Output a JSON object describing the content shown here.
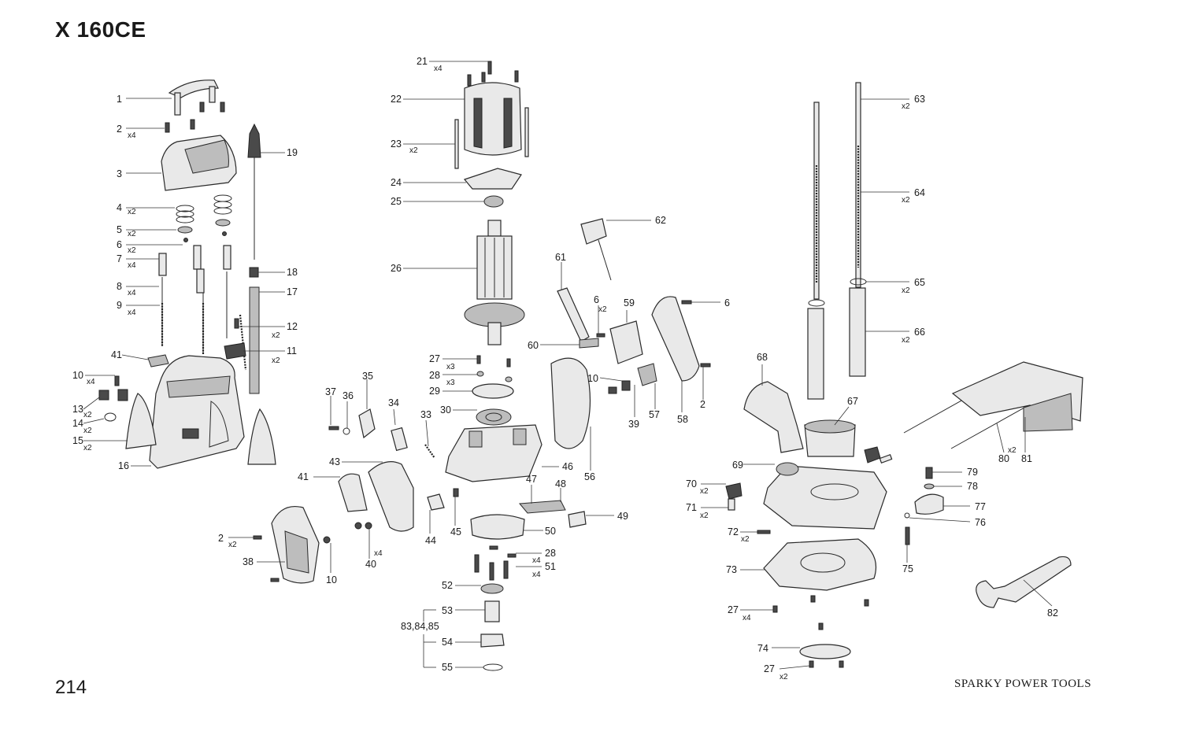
{
  "header": {
    "title": "X 160CE"
  },
  "footer": {
    "page_number": "214",
    "brand": "SPARKY POWER TOOLS"
  },
  "callouts": [
    {
      "num": "1",
      "qty": ""
    },
    {
      "num": "2",
      "qty": "x4"
    },
    {
      "num": "3",
      "qty": ""
    },
    {
      "num": "4",
      "qty": "x2"
    },
    {
      "num": "5",
      "qty": "x2"
    },
    {
      "num": "6",
      "qty": "x2"
    },
    {
      "num": "7",
      "qty": "x4"
    },
    {
      "num": "8",
      "qty": "x4"
    },
    {
      "num": "9",
      "qty": "x4"
    },
    {
      "num": "10",
      "qty": "x4"
    },
    {
      "num": "11",
      "qty": "x2"
    },
    {
      "num": "12",
      "qty": "x2"
    },
    {
      "num": "13",
      "qty": "x2"
    },
    {
      "num": "14",
      "qty": "x2"
    },
    {
      "num": "15",
      "qty": "x2"
    },
    {
      "num": "16",
      "qty": ""
    },
    {
      "num": "17",
      "qty": ""
    },
    {
      "num": "18",
      "qty": ""
    },
    {
      "num": "19",
      "qty": ""
    },
    {
      "num": "41",
      "qty": ""
    },
    {
      "num": "21",
      "qty": "x4"
    },
    {
      "num": "22",
      "qty": ""
    },
    {
      "num": "23",
      "qty": "x2"
    },
    {
      "num": "24",
      "qty": ""
    },
    {
      "num": "25",
      "qty": ""
    },
    {
      "num": "26",
      "qty": ""
    },
    {
      "num": "27",
      "qty": "x3"
    },
    {
      "num": "28",
      "qty": "x3"
    },
    {
      "num": "29",
      "qty": ""
    },
    {
      "num": "30",
      "qty": ""
    },
    {
      "num": "33",
      "qty": ""
    },
    {
      "num": "34",
      "qty": ""
    },
    {
      "num": "35",
      "qty": ""
    },
    {
      "num": "36",
      "qty": ""
    },
    {
      "num": "37",
      "qty": ""
    },
    {
      "num": "43",
      "qty": ""
    },
    {
      "num": "41",
      "qty": ""
    },
    {
      "num": "46",
      "qty": ""
    },
    {
      "num": "44",
      "qty": ""
    },
    {
      "num": "45",
      "qty": ""
    },
    {
      "num": "47",
      "qty": ""
    },
    {
      "num": "48",
      "qty": ""
    },
    {
      "num": "49",
      "qty": ""
    },
    {
      "num": "50",
      "qty": ""
    },
    {
      "num": "28",
      "qty": "x4"
    },
    {
      "num": "51",
      "qty": "x4"
    },
    {
      "num": "52",
      "qty": ""
    },
    {
      "num": "53",
      "qty": ""
    },
    {
      "num": "83,84,85",
      "qty": ""
    },
    {
      "num": "54",
      "qty": ""
    },
    {
      "num": "55",
      "qty": ""
    },
    {
      "num": "2",
      "qty": "x2"
    },
    {
      "num": "38",
      "qty": ""
    },
    {
      "num": "10",
      "qty": ""
    },
    {
      "num": "40",
      "qty": "x4"
    },
    {
      "num": "56",
      "qty": ""
    },
    {
      "num": "60",
      "qty": ""
    },
    {
      "num": "61",
      "qty": ""
    },
    {
      "num": "62",
      "qty": ""
    },
    {
      "num": "6",
      "qty": "x2"
    },
    {
      "num": "59",
      "qty": ""
    },
    {
      "num": "10",
      "qty": ""
    },
    {
      "num": "39",
      "qty": ""
    },
    {
      "num": "57",
      "qty": ""
    },
    {
      "num": "58",
      "qty": ""
    },
    {
      "num": "6",
      "qty": ""
    },
    {
      "num": "2",
      "qty": ""
    },
    {
      "num": "63",
      "qty": "x2"
    },
    {
      "num": "64",
      "qty": "x2"
    },
    {
      "num": "65",
      "qty": "x2"
    },
    {
      "num": "66",
      "qty": "x2"
    },
    {
      "num": "68",
      "qty": ""
    },
    {
      "num": "67",
      "qty": ""
    },
    {
      "num": "69",
      "qty": ""
    },
    {
      "num": "70",
      "qty": "x2"
    },
    {
      "num": "71",
      "qty": "x2"
    },
    {
      "num": "72",
      "qty": "x2"
    },
    {
      "num": "73",
      "qty": ""
    },
    {
      "num": "27",
      "qty": "x4"
    },
    {
      "num": "74",
      "qty": ""
    },
    {
      "num": "27",
      "qty": "x2"
    },
    {
      "num": "75",
      "qty": ""
    },
    {
      "num": "76",
      "qty": ""
    },
    {
      "num": "77",
      "qty": ""
    },
    {
      "num": "78",
      "qty": ""
    },
    {
      "num": "79",
      "qty": ""
    },
    {
      "num": "80",
      "qty": "x2"
    },
    {
      "num": "81",
      "qty": ""
    },
    {
      "num": "82",
      "qty": ""
    }
  ]
}
